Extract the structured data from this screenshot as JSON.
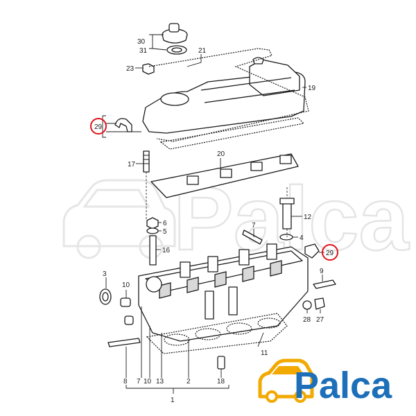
{
  "diagram": {
    "callouts": {
      "c1": "1",
      "c2": "2",
      "c3": "3",
      "c4": "4",
      "c5": "5",
      "c6": "6",
      "c7": "7",
      "c8": "8",
      "c9": "9",
      "c10": "10",
      "c11": "11",
      "c12": "12",
      "c13": "13",
      "c16": "16",
      "c17": "17",
      "c18": "18",
      "c19": "19",
      "c20": "20",
      "c21": "21",
      "c23": "23",
      "c27": "27",
      "c28": "28",
      "c29a": "29",
      "c29b": "29",
      "c30": "30",
      "c31": "31"
    },
    "bottom_row": {
      "b8": "8",
      "b7": "7",
      "b10": "10",
      "b13": "13",
      "b2": "2",
      "b18": "18"
    },
    "highlight_color": "#e0101a"
  },
  "logo": {
    "text": "Palca",
    "text_color": "#1c6fb8",
    "icon_color": "#f2a900",
    "icon": "car-icon"
  },
  "watermark": {
    "text": "Palca",
    "icon": "car-icon"
  }
}
